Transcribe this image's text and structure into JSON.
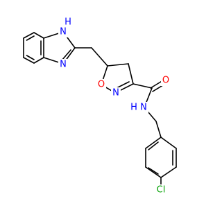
{
  "molecule": {
    "colors": {
      "bond": "#000000",
      "nitrogen": "#0000ff",
      "oxygen": "#ff0000",
      "chlorine": "#00a000",
      "background": "#ffffff"
    },
    "atoms": {
      "n_imidazole_h": "N",
      "h_imidazole": "H",
      "n_imidazole": "N",
      "o_isoxazoline": "O",
      "n_isoxazoline": "N",
      "o_carbonyl": "O",
      "n_amide": "N",
      "h_amide": "H",
      "cl": "Cl"
    }
  }
}
